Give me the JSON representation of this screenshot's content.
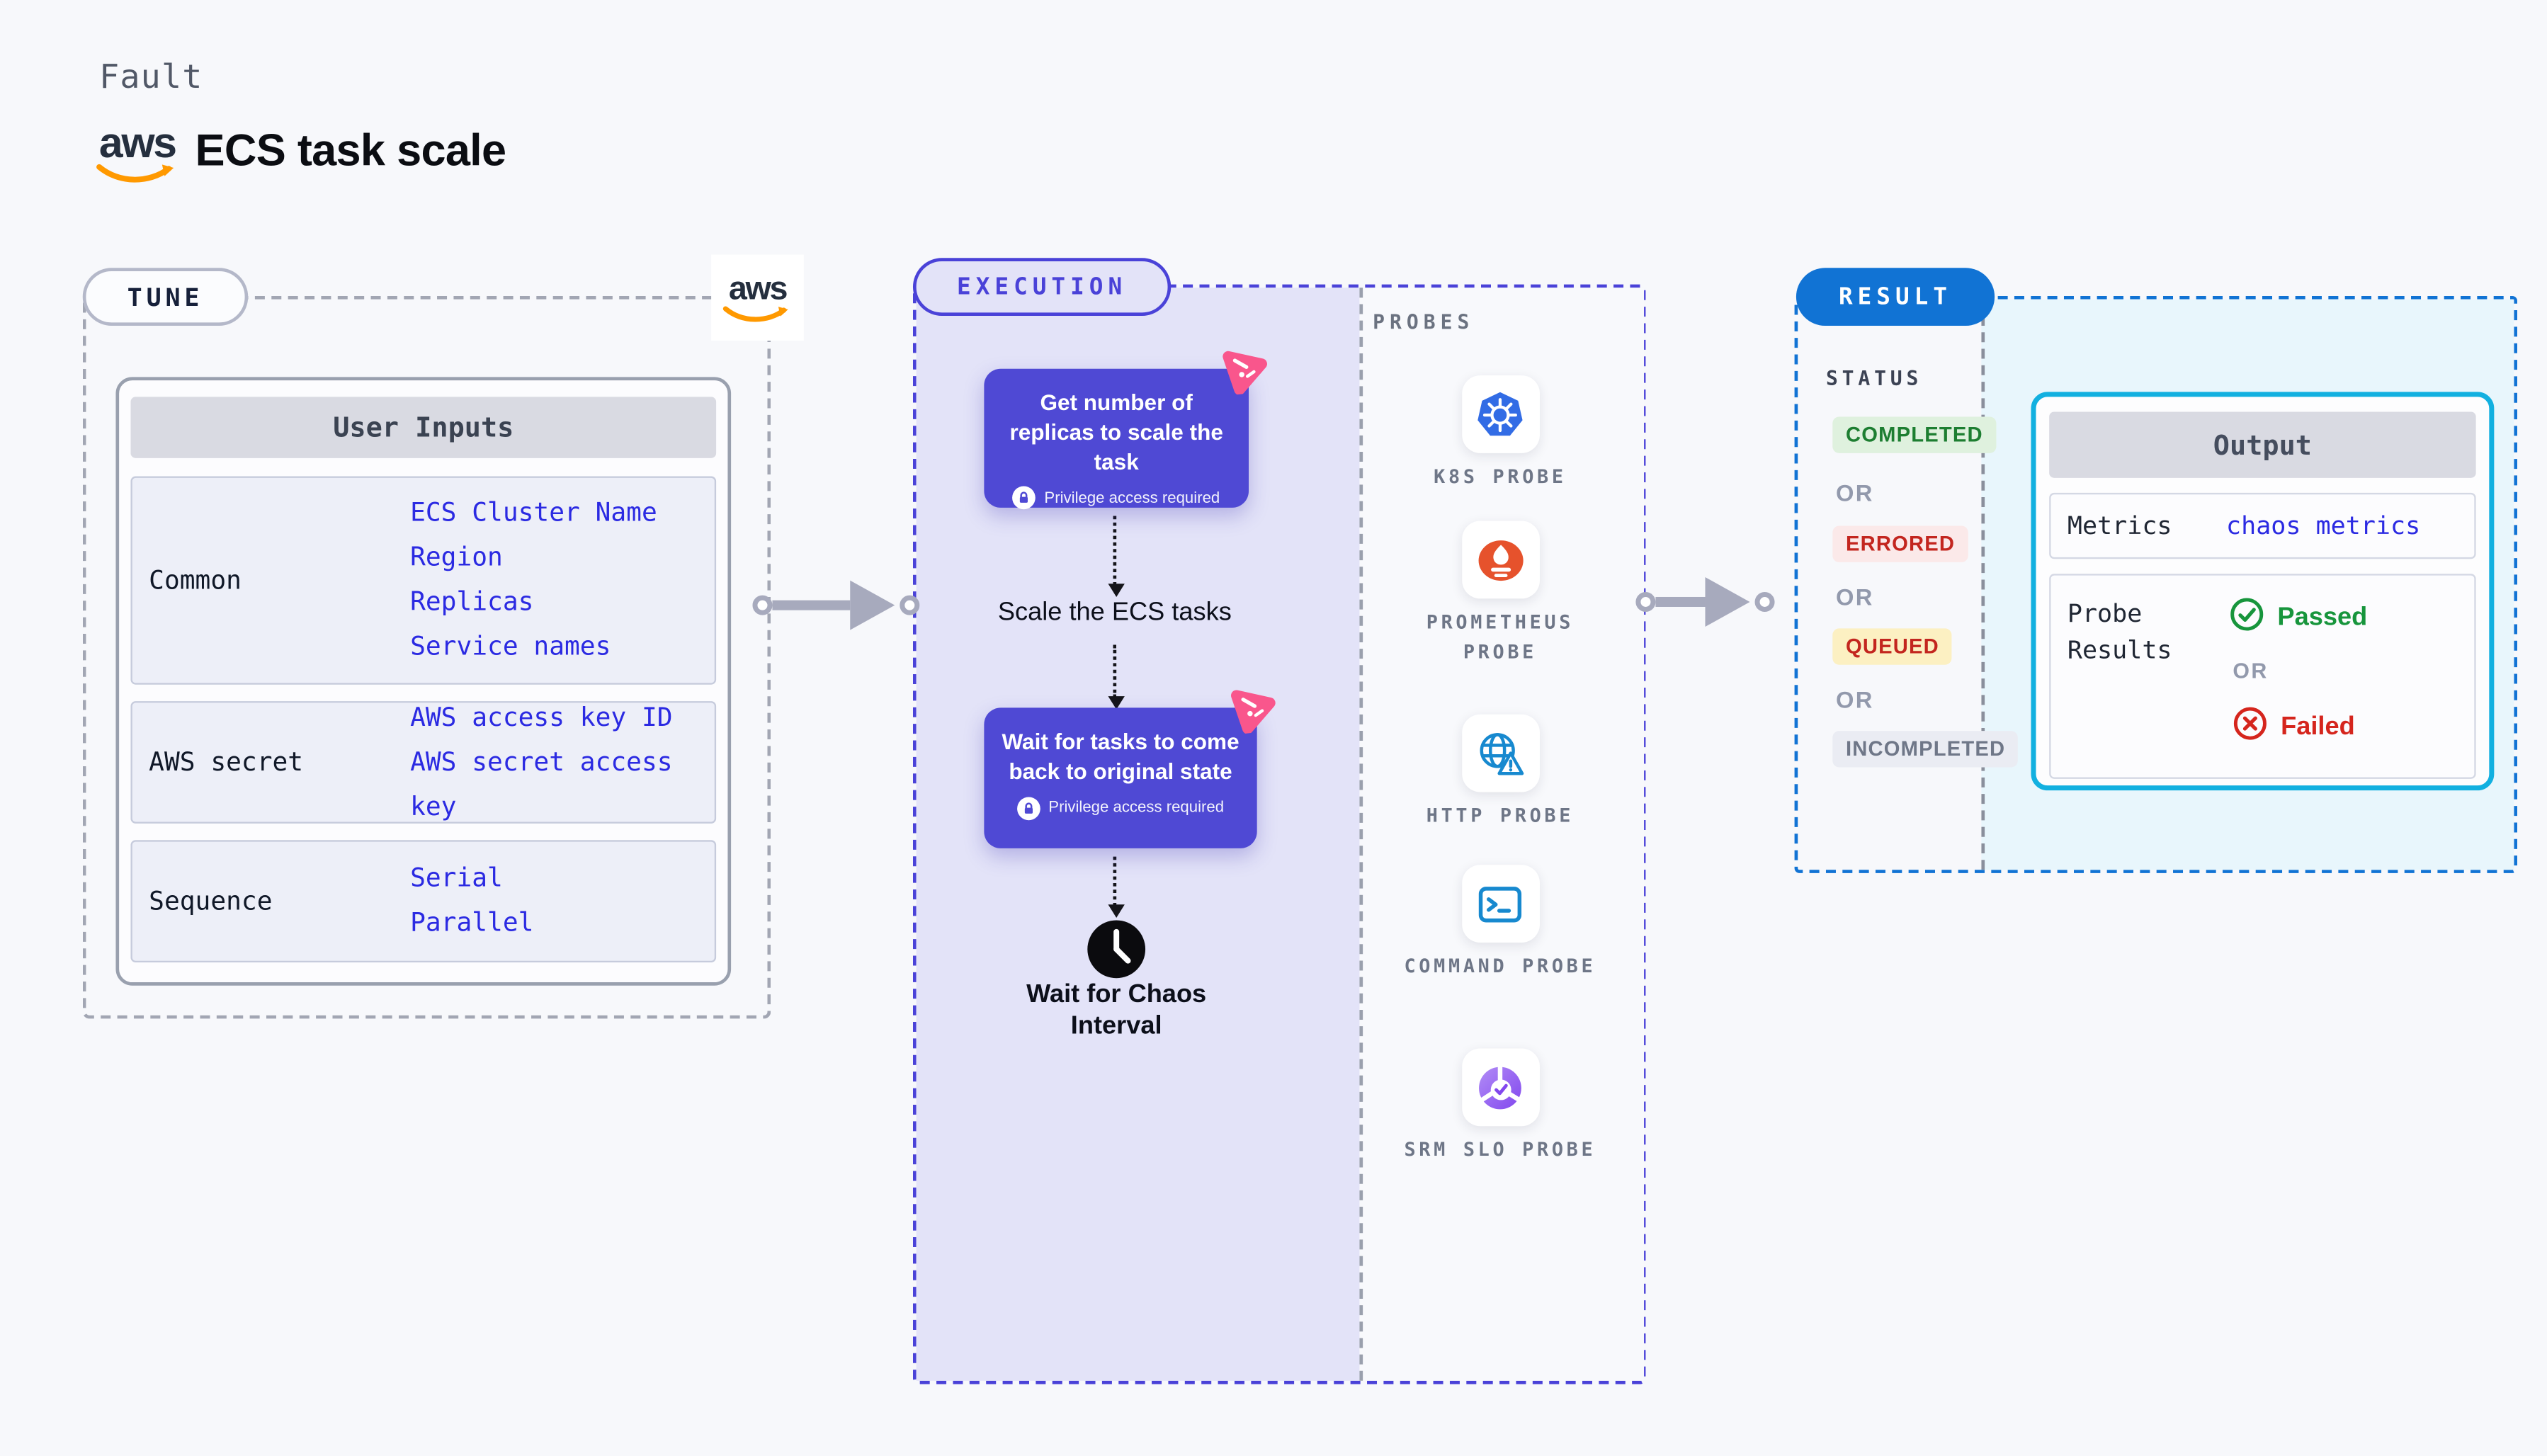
{
  "page": {
    "kicker": "Fault",
    "title": "ECS task scale",
    "aws_logo_text": "aws"
  },
  "tune": {
    "label": "TUNE",
    "table": {
      "header": "User Inputs",
      "rows": [
        {
          "label": "Common",
          "values": [
            "ECS Cluster Name",
            "Region",
            "Replicas",
            "Service names"
          ]
        },
        {
          "label": "AWS secret",
          "values": [
            "AWS access key ID",
            "AWS secret access key"
          ]
        },
        {
          "label": "Sequence",
          "values": [
            "Serial",
            "Parallel"
          ]
        }
      ]
    }
  },
  "execution": {
    "label": "EXECUTION",
    "node1_title": "Get number of replicas to scale the task",
    "node2_title": "Wait for tasks to come back to original state",
    "privilege_note": "Privilege access required",
    "step_between": "Scale the ECS tasks",
    "wait_step": "Wait for Chaos Interval"
  },
  "probes": {
    "label": "PROBES",
    "items": [
      {
        "name": "K8S PROBE",
        "icon": "kubernetes-icon"
      },
      {
        "name": "PROMETHEUS PROBE",
        "icon": "prometheus-icon"
      },
      {
        "name": "HTTP PROBE",
        "icon": "http-globe-icon"
      },
      {
        "name": "COMMAND PROBE",
        "icon": "terminal-icon"
      },
      {
        "name": "SRM SLO PROBE",
        "icon": "slo-pie-icon"
      }
    ]
  },
  "result": {
    "label": "RESULT",
    "status": {
      "label": "STATUS",
      "separator": "OR",
      "items": [
        "COMPLETED",
        "ERRORED",
        "QUEUED",
        "INCOMPLETED"
      ]
    },
    "output": {
      "header": "Output",
      "metrics_label": "Metrics",
      "metrics_value": "chaos metrics",
      "probe_results_label": "Probe Results",
      "separator": "OR",
      "passed": "Passed",
      "failed": "Failed"
    }
  },
  "colors": {
    "page_bg": "#f7f8fb",
    "indigo_accent": "#4a42d8",
    "node_purple": "#4f49d4",
    "flag_pink": "#f9568c",
    "result_blue": "#1173d4",
    "output_cyan": "#12b0e0",
    "value_blue": "#2b2ae2",
    "passed_green": "#17953c",
    "failed_red": "#d5251d",
    "completed_green": "#1d7e31",
    "errored_red": "#c3261f",
    "aws_orange": "#ff9900",
    "k8s_blue": "#326ce5",
    "prometheus_orange": "#e6522c"
  }
}
